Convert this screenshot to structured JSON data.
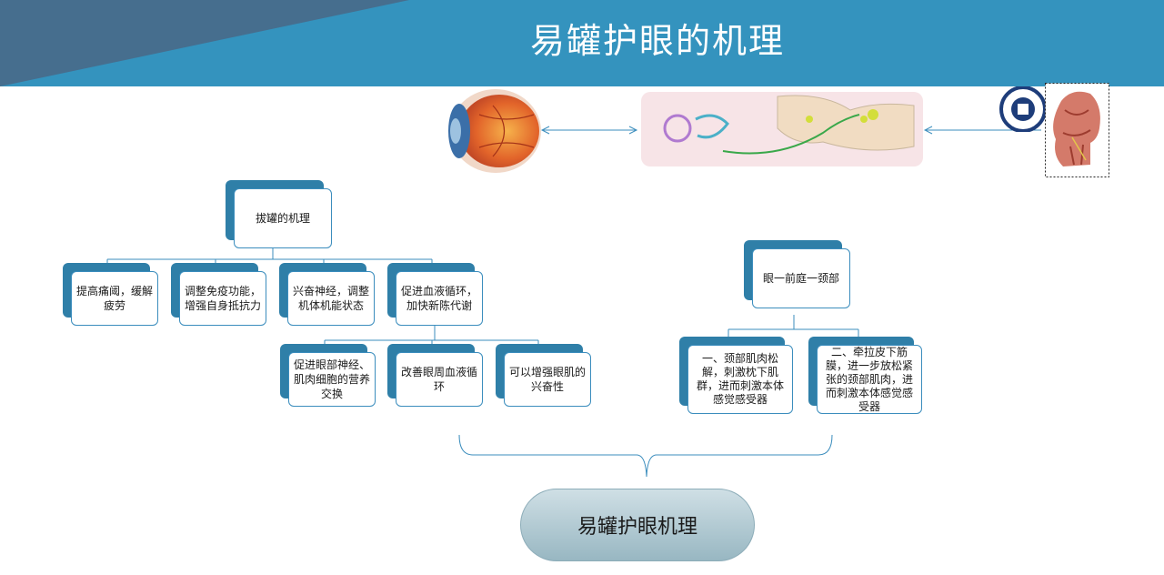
{
  "header": {
    "title": "易罐护眼的机理"
  },
  "diagram": {
    "root_left": "拔罐的机理",
    "left_children": [
      "提高痛阈，缓解疲劳",
      "调整免疫功能，增强自身抵抗力",
      "兴奋神经，调整机体机能状态",
      "促进血液循环，加快新陈代谢"
    ],
    "sub_children": [
      "促进眼部神经、肌肉细胞的营养交换",
      "改善眼周血液循环",
      "可以增强眼肌的兴奋性"
    ],
    "root_right": "眼一前庭一颈部",
    "right_children": [
      "一、颈部肌肉松解，刺激枕下肌群，进而刺激本体感觉感受器",
      "二、牵拉皮下筋膜，进一步放松紧张的颈部肌肉，进而刺激本体感觉感受器"
    ],
    "conclusion": "易罐护眼机理"
  },
  "images": {
    "eye": "eyeball-anatomy",
    "brain": "vestibular-neural-pathway",
    "head": "head-neck-muscle-anatomy",
    "logo": "institution-seal-logo"
  }
}
